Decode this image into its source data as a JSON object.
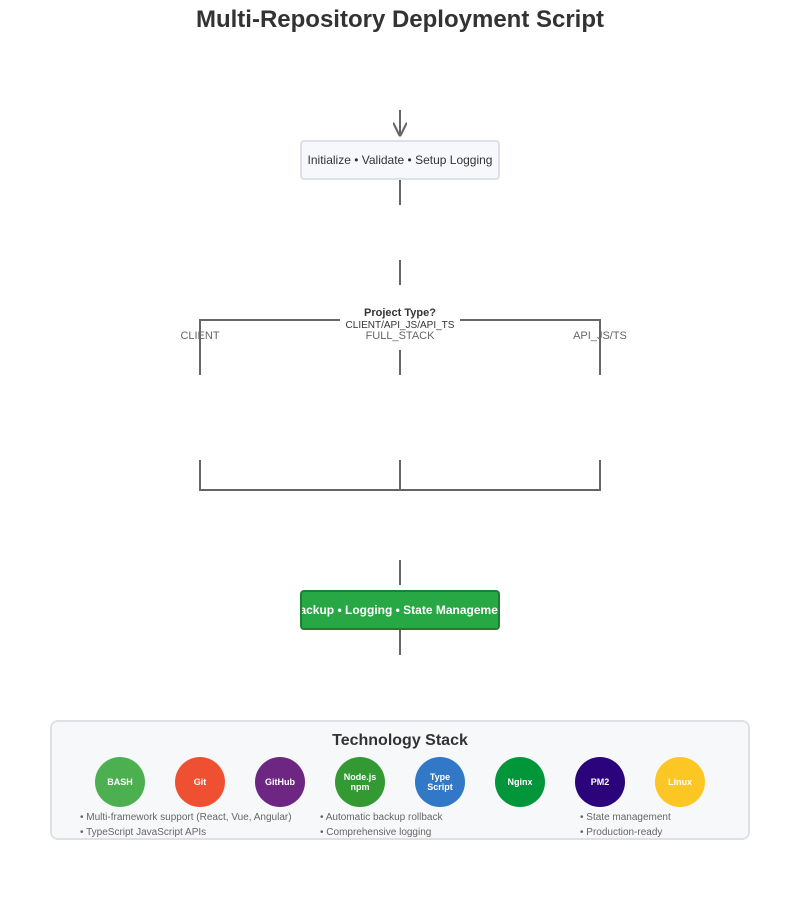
{
  "title": "Multi-Repository Deployment Script",
  "steps": {
    "init": "Initialize • Validate • Setup Logging",
    "decision_question": "Project Type?",
    "decision_options": "CLIENT/API_JS/API_TS",
    "final": "Backup • Logging • State Management"
  },
  "branches": [
    "CLIENT",
    "FULL_STACK",
    "API_JS/TS"
  ],
  "tech_stack": {
    "title": "Technology Stack",
    "items": [
      {
        "label": "BASH",
        "color": "#4caf50",
        "icon": "bash-icon"
      },
      {
        "label": "Git",
        "color": "#f05032",
        "icon": "git-icon"
      },
      {
        "label": "GitHub",
        "color": "#6e2683",
        "icon": "github-icon"
      },
      {
        "label": "Node.js\nnpm",
        "color": "#339933",
        "icon": "nodejs-npm-icon"
      },
      {
        "label": "Type\nScript",
        "color": "#3178c6",
        "icon": "typescript-icon"
      },
      {
        "label": "Nginx",
        "color": "#009639",
        "icon": "nginx-icon"
      },
      {
        "label": "PM2",
        "color": "#2b037a",
        "icon": "pm2-icon"
      },
      {
        "label": "Linux",
        "color": "#fcc624",
        "icon": "linux-icon"
      }
    ],
    "features": [
      "• Multi-framework support (React, Vue, Angular)",
      "• TypeScript JavaScript APIs",
      "• Automatic backup rollback",
      "• Comprehensive logging",
      "• State management",
      "• Production-ready"
    ]
  }
}
